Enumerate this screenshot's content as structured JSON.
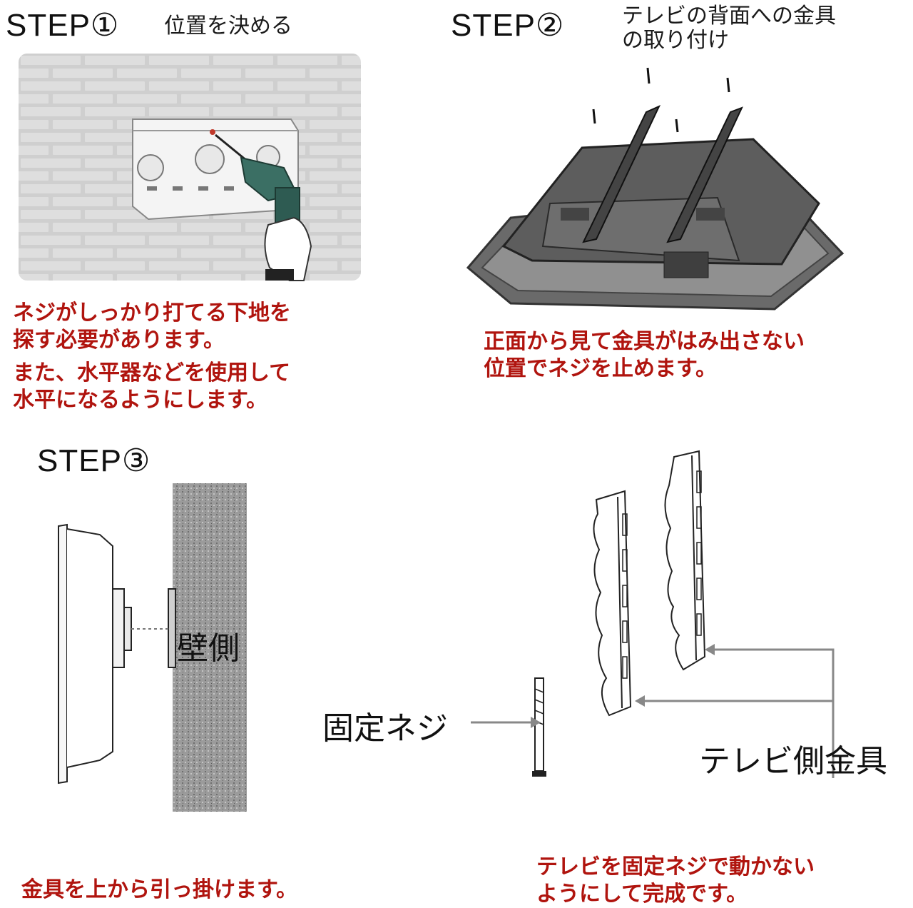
{
  "step1": {
    "step_label": "STEP①",
    "heading": "位置を決める",
    "note_lines": [
      "ネジがしっかり打てる下地を",
      "探す必要があります。",
      "また、水平器などを使用して",
      "水平になるようにします。"
    ]
  },
  "step2": {
    "step_label": "STEP②",
    "heading_lines": [
      "テレビの背面への金具",
      "の取り付け"
    ],
    "note_lines": [
      "正面から見て金具がはみ出さない",
      "位置でネジを止めます。"
    ]
  },
  "step3": {
    "step_label": "STEP③",
    "wall_side_label": "壁側",
    "fix_screw_label": "固定ネジ",
    "tv_bracket_label": "テレビ側金具",
    "note_left": "金具を上から引っ掛けます。",
    "note_right_lines": [
      "テレビを固定ネジで動かない",
      "ようにして完成です。"
    ]
  },
  "icons": {
    "step1_illustration": "drill-wall-icon",
    "step2_illustration": "tv-back-bracket-icon",
    "step3_side": "tv-wall-side-icon",
    "step3_brackets": "bracket-pair-icon"
  },
  "colors": {
    "note_text": "#b0140e",
    "brick_bg": "#cfcfcf",
    "tv_body": "#7a7a7a"
  }
}
